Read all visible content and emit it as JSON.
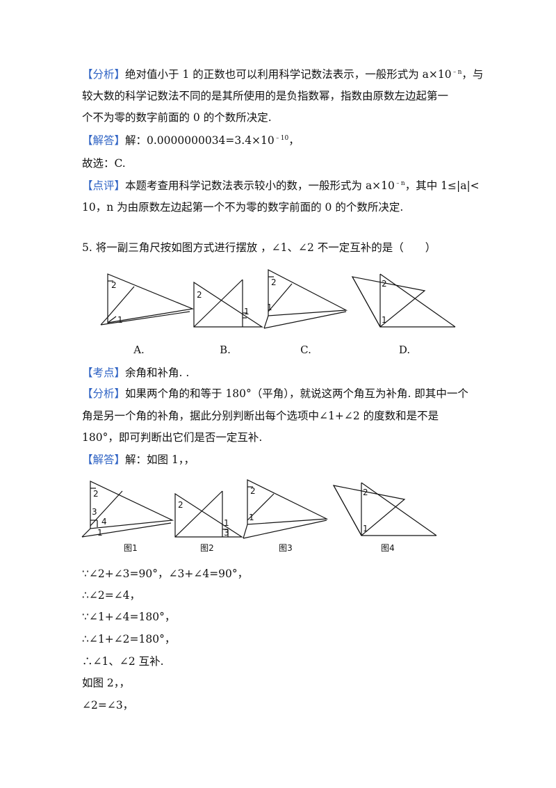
{
  "p1": {
    "tag": "【分析】",
    "l1a": "绝对值小于 1 的正数也可以利用科学记数法表示，一般形式为 a×10",
    "l1sup": "﹣n",
    "l1b": "，与",
    "l2": "较大数的科学记数法不同的是其所使用的是负指数幂，指数由原数左边起第一",
    "l3": "个不为零的数字前面的 0 的个数所决定."
  },
  "p2": {
    "tag": "【解答】",
    "a": "解：0.0000000034=3.4×10",
    "sup": "﹣10",
    "b": "，"
  },
  "p3": {
    "text": "故选：C."
  },
  "p4": {
    "tag": "【点评】",
    "l1a": "本题考查用科学记数法表示较小的数，一般形式为 a×10",
    "l1sup": "﹣n",
    "l1b": "，其中 1≤|a|<",
    "l2": "10，n 为由原数左边起第一个不为零的数字前面的 0 的个数所决定."
  },
  "q5": {
    "text": "5.  将一副三角尺按如图方式进行摆放 ，∠1、∠2 不一定互补的是（　　）"
  },
  "options": [
    "A.",
    "B.",
    "C.",
    "D."
  ],
  "kd": {
    "tag": "【考点】",
    "text": "余角和补角. ."
  },
  "fx": {
    "tag": "【分析】",
    "l1": "如果两个角的和等于 180°（平角），就说这两个角互为补角. 即其中一个",
    "l2": "角是另一个角的补角，据此分别判断出每个选项中∠1+∠2 的度数和是不是",
    "l3": "180°，即可判断出它们是否一定互补."
  },
  "jd": {
    "tag": "【解答】",
    "text": "解：如图 1，，"
  },
  "fig_labels": [
    "图1",
    "图2",
    "图3",
    "图4"
  ],
  "angle_marks": {
    "one": "1",
    "two": "2",
    "three": "3",
    "four": "4"
  },
  "steps": [
    "∵∠2+∠3=90°，∠3+∠4=90°，",
    "∴∠2=∠4，",
    "∵∠1+∠4=180°，",
    "∴∠1+∠2=180°，",
    "∴∠1、∠2 互补.",
    "如图 2，，",
    "∠2=∠3，"
  ]
}
